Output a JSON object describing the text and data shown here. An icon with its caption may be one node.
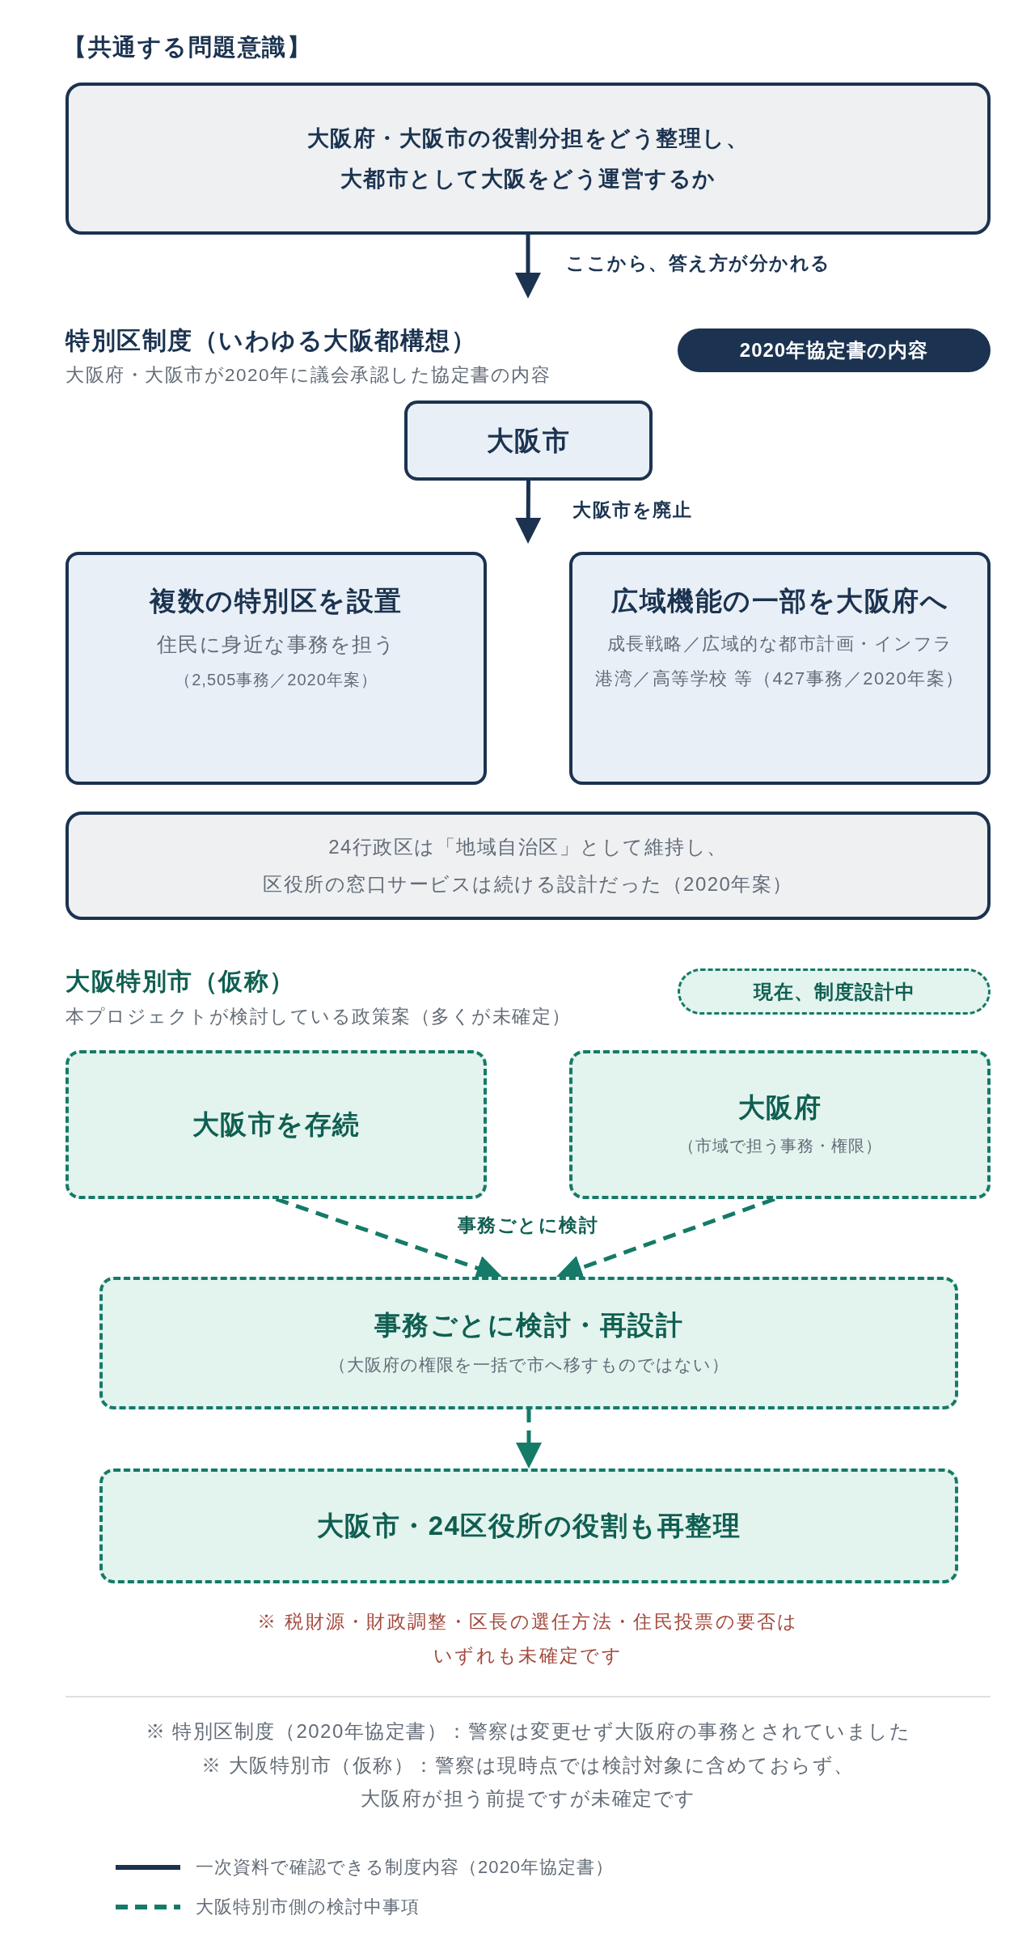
{
  "diagram": {
    "nodes": [
      {
        "text": [
          "大阪府・大阪市の役割分担をどう整理し、大都市として大阪をどう運営するか"
        ]
      },
      {
        "text": [
          "2020年協定書の内容"
        ]
      },
      {
        "text": [
          "大阪市"
        ]
      },
      {
        "text": [
          "複数の特別区を設置",
          "住民に身近な事務を担う",
          "（2,505事務／2020年案）"
        ]
      },
      {
        "text": [
          "広域機能の一部を大阪府へ",
          "成長戦略／広域的な都市計画・インフラ",
          "港湾／高等学校 等（427事務／2020年案）"
        ]
      },
      {
        "text": [
          "24行政区は「地域自治区」として維持し、区役所の窓口サービスは続ける設計だった（2020年案）"
        ]
      },
      {
        "text": [
          "現在、制度設計中"
        ]
      },
      {
        "text": [
          "大阪市を存続"
        ]
      },
      {
        "text": [
          "大阪府",
          "（市域で担う事務・権限）"
        ]
      },
      {
        "text": [
          "事務ごとに検討・再設計",
          "（大阪府の権限を一括で市へ移すものではない）"
        ]
      },
      {
        "text": [
          "大阪市・24区役所の役割も再整理"
        ]
      }
    ],
    "edges": [
      {
        "from": 0,
        "to": null,
        "arrow": "to",
        "label": "ここから、答え方が分かれる",
        "color": "#1b3350"
      },
      {
        "from": 2,
        "to": null,
        "arrow": "to",
        "label": "大阪市を廃止",
        "color": "#1b3350"
      },
      {
        "from": 7,
        "to": 9,
        "arrow": "to",
        "label": "事務ごとに検討",
        "style": "dashed"
      },
      {
        "from": 8,
        "to": 9,
        "arrow": "to",
        "style": "dashed"
      },
      {
        "from": 9,
        "to": 10,
        "arrow": "to",
        "style": "dashed"
      }
    ],
    "labels": [
      "【共通する問題意識】",
      "特別区制度（いわゆる大阪都構想）",
      "大阪府・大阪市が2020年に議会承認した協定書の内容",
      "大阪特別市（仮称）",
      "本プロジェクトが検討している政策案（多くが未確定）",
      "※ 税財源・財政調整・区長の選任方法・住民投票の要否はいずれも未確定です",
      "※ 特別区制度（2020年協定書）：警察は変更せず大阪府の事務とされていました",
      "※ 大阪特別市（仮称）：警察は現時点では検討対象に含めておらず、大阪府が担う前提ですが未確定です"
    ],
    "legend": [
      {
        "text": "一次資料で確認できる制度内容（2020年協定書）"
      },
      {
        "text": "大阪特別市側の検討中事項"
      }
    ]
  }
}
